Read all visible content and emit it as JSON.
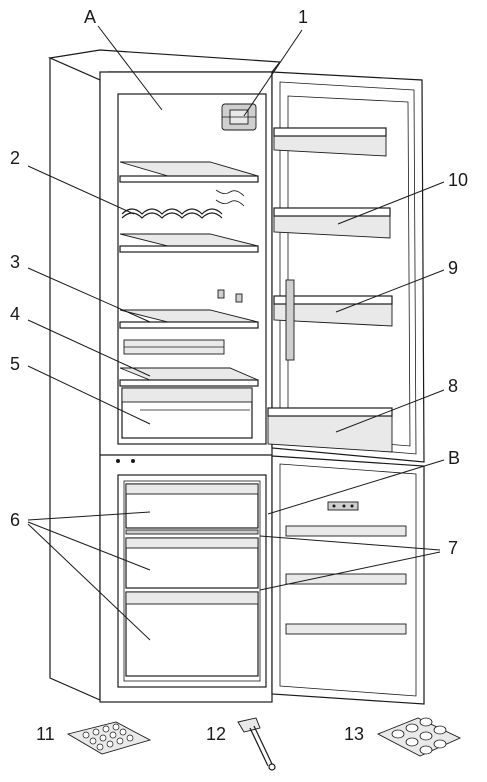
{
  "callouts": {
    "A": "A",
    "B": "B",
    "n1": "1",
    "n2": "2",
    "n3": "3",
    "n4": "4",
    "n5": "5",
    "n6": "6",
    "n7": "7",
    "n8": "8",
    "n9": "9",
    "n10": "10",
    "n11": "11",
    "n12": "12",
    "n13": "13"
  }
}
